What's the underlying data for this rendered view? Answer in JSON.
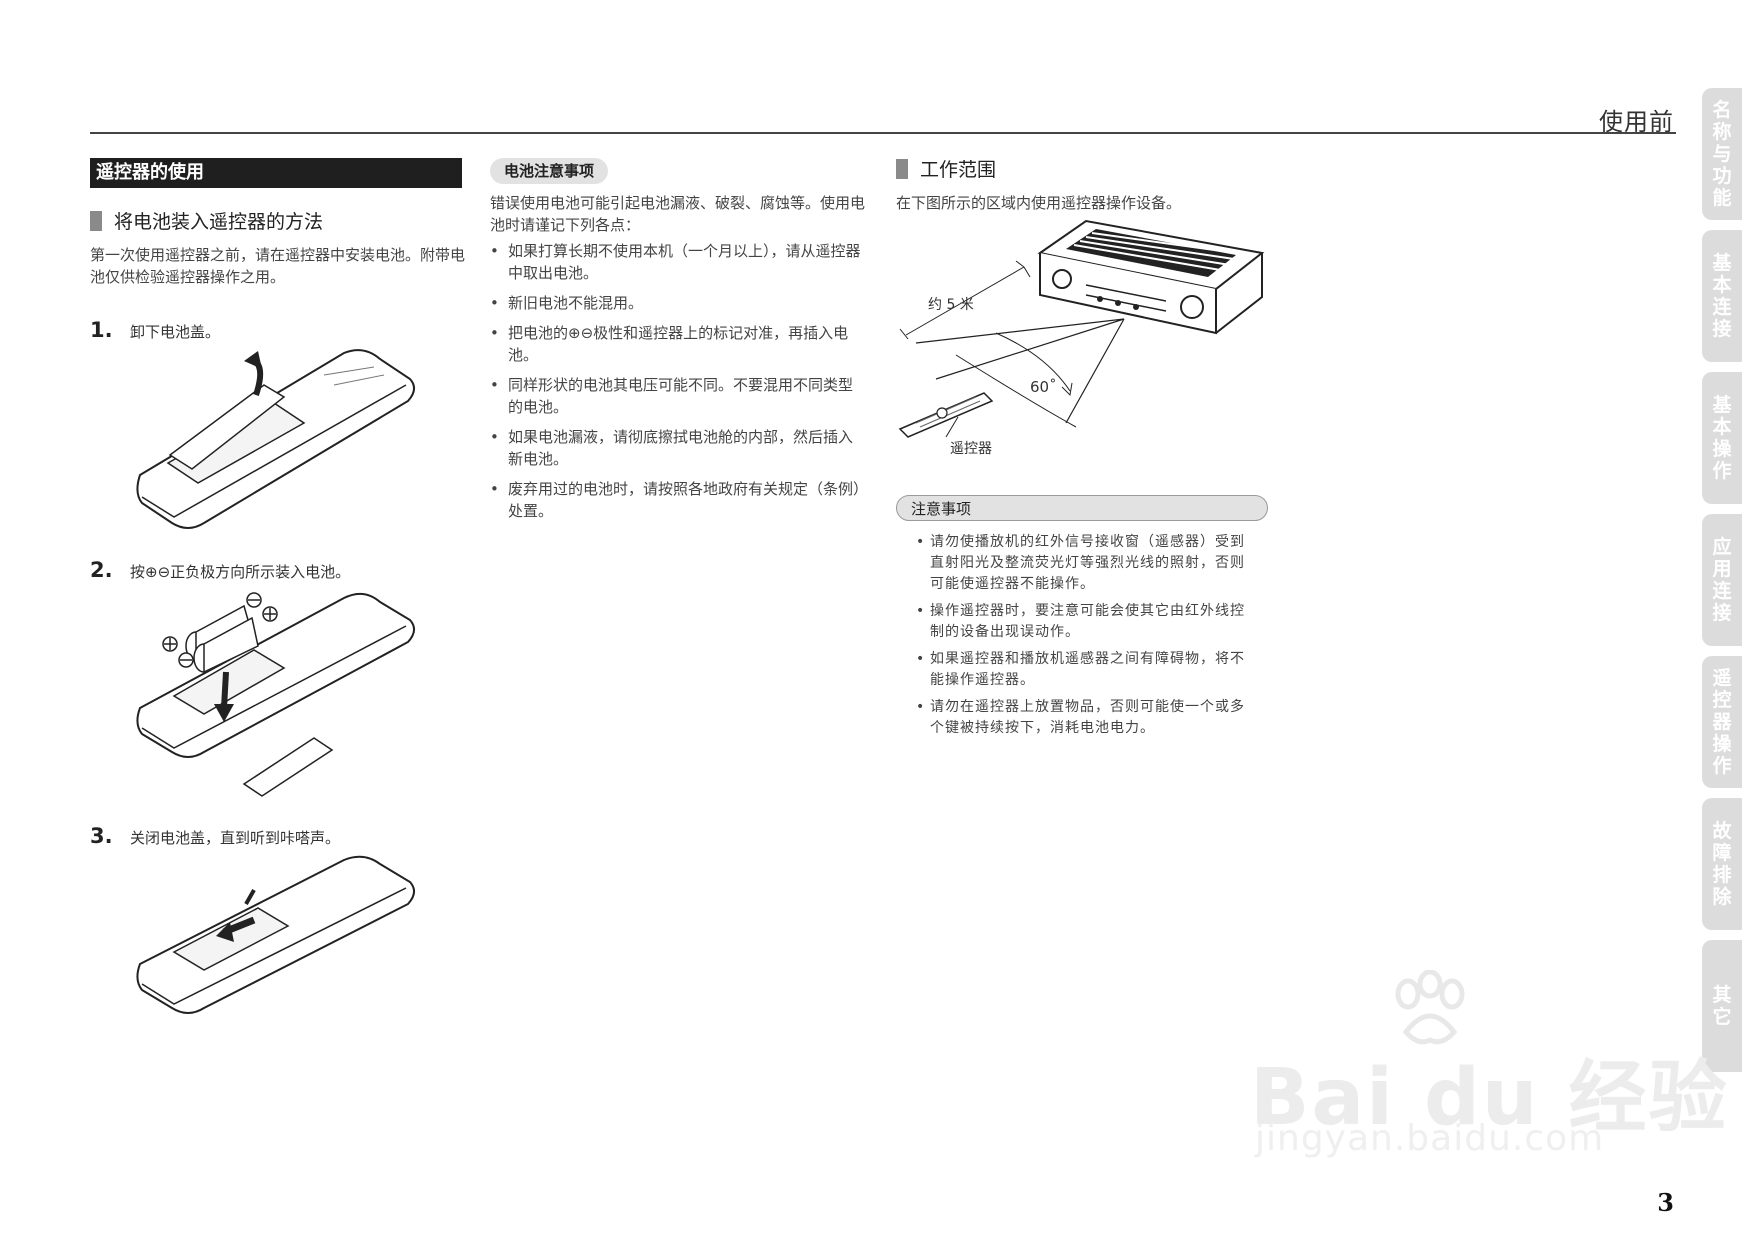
{
  "header": {
    "section_label": "使用前"
  },
  "left": {
    "title": "遥控器的使用",
    "heading": "将电池装入遥控器的方法",
    "intro": "第一次使用遥控器之前，请在遥控器中安装电池。附带电池仅供检验遥控器操作之用。",
    "steps": [
      {
        "number": "1.",
        "text": "卸下电池盖。"
      },
      {
        "number": "2.",
        "text": "按⊕⊖正负极方向所示装入电池。"
      },
      {
        "number": "3.",
        "text": "关闭电池盖，直到听到咔嗒声。"
      }
    ]
  },
  "middle": {
    "label": "电池注意事项",
    "intro": "错误使用电池可能引起电池漏液、破裂、腐蚀等。使用电池时请谨记下列各点：",
    "bullets": [
      "如果打算长期不使用本机（一个月以上），请从遥控器中取出电池。",
      "新旧电池不能混用。",
      "把电池的⊕⊖极性和遥控器上的标记对准，再插入电池。",
      "同样形状的电池其电压可能不同。不要混用不同类型的电池。",
      "如果电池漏液，请彻底擦拭电池舱的内部，然后插入新电池。",
      "废弃用过的电池时，请按照各地政府有关规定（条例）处置。"
    ]
  },
  "right": {
    "heading": "工作范围",
    "intro": "在下图所示的区域内使用遥控器操作设备。",
    "diagram": {
      "distance_label": "约 5 米",
      "angle_label": "60˚",
      "remote_label": "遥控器"
    },
    "notes_label": "注意事项",
    "notes": [
      "请勿使播放机的红外信号接收窗（遥感器）受到直射阳光及整流荧光灯等强烈光线的照射，否则可能使遥控器不能操作。",
      "操作遥控器时，要注意可能会使其它由红外线控制的设备出现误动作。",
      "如果遥控器和播放机遥感器之间有障碍物，将不能操作遥控器。",
      "请勿在遥控器上放置物品，否则可能使一个或多个键被持续按下，消耗电池电力。"
    ]
  },
  "side_tabs": [
    "名称与功能",
    "基本连接",
    "基本操作",
    "应用连接",
    "遥控器操作",
    "故障排除",
    "其它"
  ],
  "page_number": "3",
  "watermark": {
    "brand": "Bai du 经验",
    "url": "jingyan.baidu.com"
  }
}
